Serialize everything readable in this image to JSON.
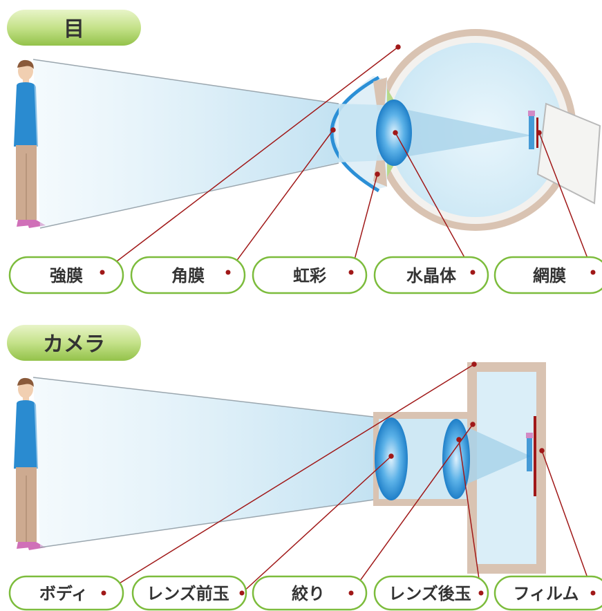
{
  "eye_section": {
    "title": "目",
    "labels": [
      {
        "key": "sclera",
        "text": "強膜"
      },
      {
        "key": "cornea",
        "text": "角膜"
      },
      {
        "key": "iris",
        "text": "虹彩"
      },
      {
        "key": "lens",
        "text": "水晶体"
      },
      {
        "key": "retina",
        "text": "網膜"
      }
    ]
  },
  "camera_section": {
    "title": "カメラ",
    "labels": [
      {
        "key": "body",
        "text": "ボディ"
      },
      {
        "key": "front-lens",
        "text": "レンズ前玉"
      },
      {
        "key": "aperture",
        "text": "絞り"
      },
      {
        "key": "rear-lens",
        "text": "レンズ後玉"
      },
      {
        "key": "film",
        "text": "フィルム"
      }
    ]
  },
  "colors": {
    "header_green": "#a6cf5a",
    "pill_border": "#7cbc3c",
    "leader_red": "#a01818",
    "eye_wall": "#d9c3b2",
    "light_blue": "#cfe8f4",
    "lens_blue": "#2b8fd6",
    "shirt_blue": "#2a8bd0",
    "pants_tan": "#cdaa90",
    "shoe_pink": "#d070b8"
  }
}
